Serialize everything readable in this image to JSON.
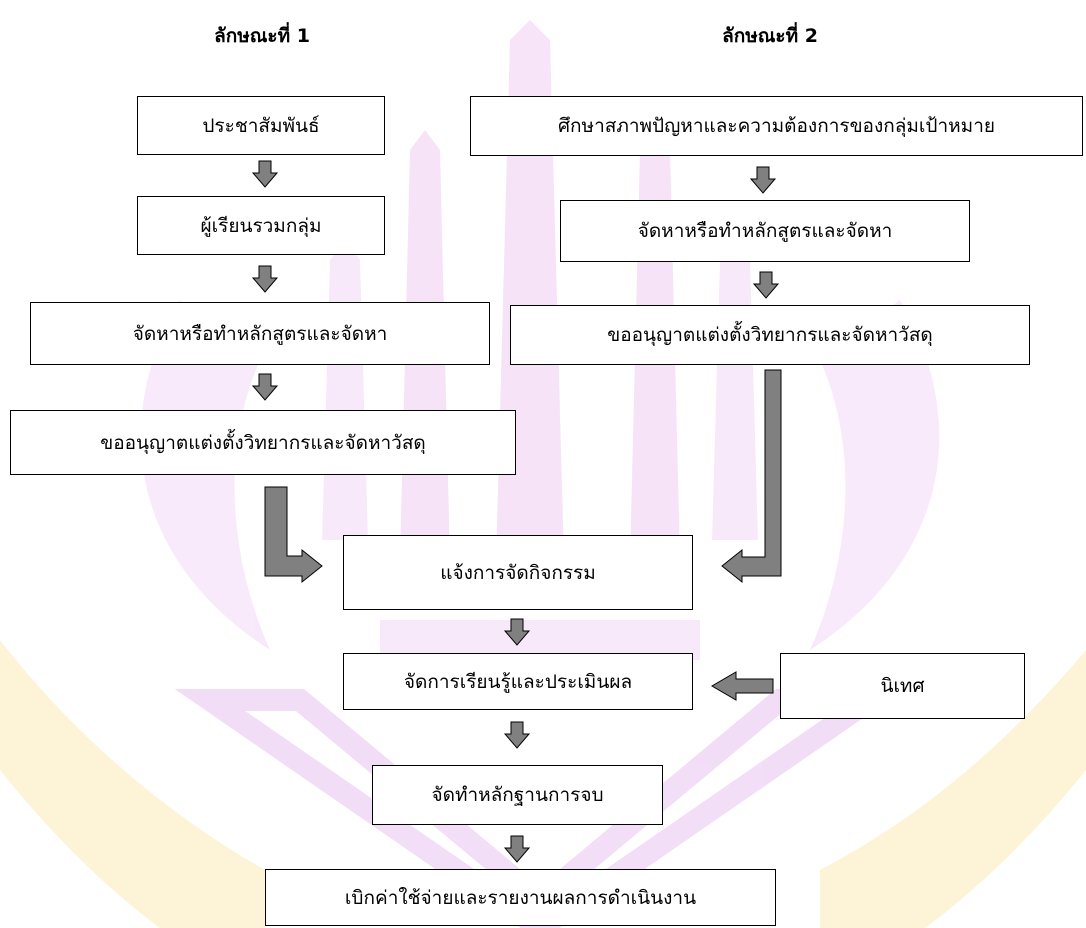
{
  "headers": {
    "type1": "ลักษณะที่ 1",
    "type2": "ลักษณะที่ 2"
  },
  "type1": {
    "steps": [
      "ประชาสัมพันธ์",
      "ผู้เรียนรวมกลุ่ม",
      "จัดหาหรือทำหลักสูตรและจัดหา",
      "ขออนุญาตแต่งตั้งวิทยากรและจัดหาวัสดุ"
    ]
  },
  "type2": {
    "steps": [
      "ศึกษาสภาพปัญหาและความต้องการของกลุ่มเป้าหมาย",
      "จัดหาหรือทำหลักสูตรและจัดหา",
      "ขออนุญาตแต่งตั้งวิทยากรและจัดหาวัสดุ"
    ]
  },
  "shared": {
    "steps": [
      "แจ้งการจัดกิจกรรม",
      "จัดการเรียนรู้และประเมินผล",
      "จัดทำหลักฐานการจบ",
      "เบิกค่าใช้จ่ายและรายงานผลการดำเนินงาน"
    ]
  },
  "side": {
    "supervision": "นิเทศ"
  },
  "colors": {
    "arrow_fill": "#808080",
    "box_border": "#000000",
    "watermark_purple": "#e9c3f0",
    "watermark_yellow": "#fcebb8"
  },
  "icons": {
    "watermark": "university-seal-watermark",
    "arrows": "block-arrow"
  }
}
